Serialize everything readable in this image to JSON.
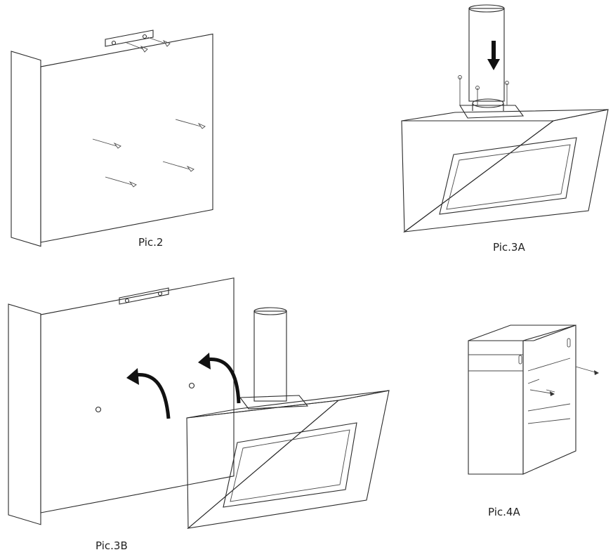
{
  "figures": [
    {
      "id": "pic2",
      "caption": "Pic.2"
    },
    {
      "id": "pic3a",
      "caption": "Pic.3A"
    },
    {
      "id": "pic3b",
      "caption": "Pic.3B"
    },
    {
      "id": "pic4a",
      "caption": "Pic.4A"
    }
  ],
  "colors": {
    "line": "#2a2a2a",
    "arrow": "#111111",
    "background": "#ffffff"
  }
}
